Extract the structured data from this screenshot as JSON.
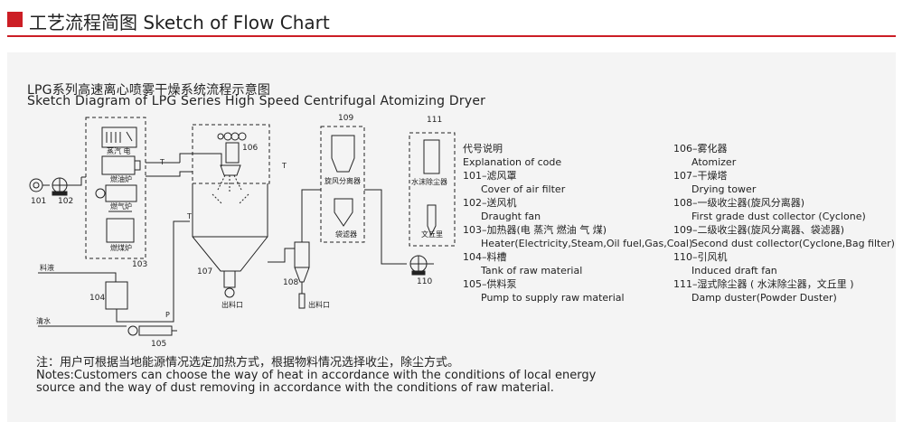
{
  "header": {
    "title": "工艺流程简图  Sketch of Flow Chart",
    "accent_color": "#cc1e25"
  },
  "diagram": {
    "title_cn": "LPG系列高速离心喷雾干燥系统流程示意图",
    "title_en": "Sketch Diagram of LPG Series High Speed Centrifugal Atomizing Dryer",
    "labels": {
      "n101": "101",
      "n102": "102",
      "n103": "103",
      "n104": "104",
      "n105": "105",
      "n106": "106",
      "n107": "107",
      "n108": "108",
      "n109": "109",
      "n110": "110",
      "n111": "111",
      "steam_elec": "蒸汽 电",
      "oil_furnace": "燃油炉",
      "gas_furnace": "燃气炉",
      "coal_furnace": "燃煤炉",
      "feed_liquid": "料液",
      "clean_water": "清水",
      "outlet_1": "出料口",
      "outlet_2": "出料口",
      "cyclone": "旋风分离器",
      "bag_filter": "袋滤器",
      "water_film": "水沫除尘器",
      "venturi": "文丘里",
      "temp_t1": "T",
      "temp_t2": "T",
      "temp_t3": "T",
      "pressure_p": "P"
    }
  },
  "legend": {
    "heading_cn": "代号说明",
    "heading_en": "Explanation of code",
    "left": [
      {
        "cn": "101–滤风罩",
        "en": "Cover of air filter"
      },
      {
        "cn": "102–送风机",
        "en": "Draught fan"
      },
      {
        "cn": "103–加热器(电 蒸汽 燃油 气 煤)",
        "en": "Heater(Electricity,Steam,Oil fuel,Gas,Coal)"
      },
      {
        "cn": "104–料槽",
        "en": "Tank of raw material"
      },
      {
        "cn": "105–供料泵",
        "en": "Pump to supply raw material"
      }
    ],
    "right": [
      {
        "cn": "106–雾化器",
        "en": "Atomizer"
      },
      {
        "cn": "107–干燥塔",
        "en": "Drying tower"
      },
      {
        "cn": "108–一级收尘器(旋风分离器)",
        "en": "First grade dust collector (Cyclone)"
      },
      {
        "cn": "109–二级收尘器(旋风分离器、袋滤器)",
        "en": "Second dust collector(Cyclone,Bag filter)"
      },
      {
        "cn": "110–引风机",
        "en": "Induced draft fan"
      },
      {
        "cn": "111–湿式除尘器 ( 水沫除尘器，文丘里 )",
        "en": "Damp duster(Powder Duster)"
      }
    ]
  },
  "notes": {
    "cn": "注：用户可根据当地能源情况选定加热方式，根据物料情况选择收尘，除尘方式。",
    "en1": "Notes:Customers can choose the way of heat in accordance with the conditions of local energy",
    "en2": "source and the way of dust removing in accordance with the conditions of raw material."
  }
}
